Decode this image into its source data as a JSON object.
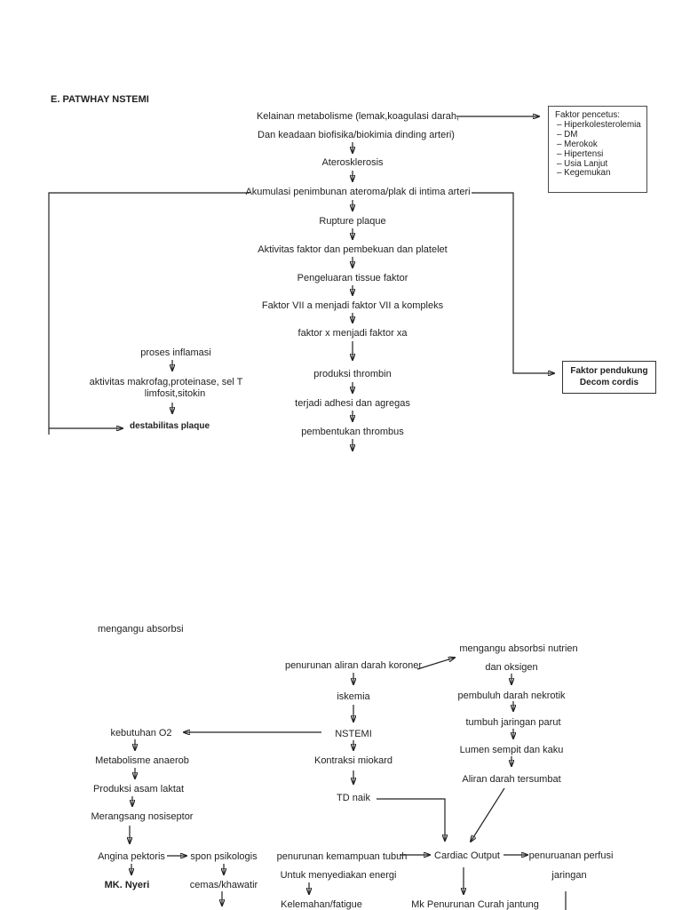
{
  "page": {
    "title": "E. PATWHAY NSTEMI"
  },
  "colors": {
    "text": "#222222",
    "line": "#222222",
    "background": "#ffffff"
  },
  "boxes": {
    "faktor_pencetus": {
      "title": "Faktor pencetus:",
      "items": [
        "– Hiperkolesterolemia",
        "– DM",
        "– Merokok",
        "– Hipertensi",
        "– Usia Lanjut",
        "– Kegemukan"
      ]
    },
    "faktor_pendukung": {
      "line1": "Faktor pendukung",
      "line2": "Decom cordis"
    }
  },
  "nodes": {
    "kelainan_line1": "Kelainan metabolisme (lemak,koagulasi darah,",
    "kelainan_line2": "Dan keadaan biofisika/biokimia dinding arteri)",
    "aterosklerosis": "Aterosklerosis",
    "akumulasi": "Akumulasi penimbunan ateroma/plak di intima arteri",
    "rupture": "Rupture plaque",
    "aktivitas_faktor": "Aktivitas faktor dan pembekuan dan platelet",
    "pengeluaran": "Pengeluaran tissue faktor",
    "faktor_vii": "Faktor VII a menjadi faktor VII a kompleks",
    "faktor_x": "faktor x menjadi faktor xa",
    "produksi_thrombin": "produksi thrombin",
    "terjadi_adhesi": "terjadi adhesi dan agregas",
    "pembentukan_thrombus": "pembentukan thrombus",
    "proses_inflamasi": "proses inflamasi",
    "aktivitas_makrofag_line1": "aktivitas makrofag,proteinase, sel T",
    "aktivitas_makrofag_line2": "limfosit,sitokin",
    "destabilitas": "destabilitas plaque",
    "mengangu_absorbsi": "mengangu absorbsi",
    "penurunan_aliran": "penurunan aliran darah koroner",
    "iskemia": "iskemia",
    "nstemi": "NSTEMI",
    "mengangu_nutrien_line1": "mengangu absorbsi nutrien",
    "mengangu_nutrien_line2": "dan oksigen",
    "pembuluh_nekrotik": "pembuluh darah nekrotik",
    "tumbuh_parut": "tumbuh jaringan parut",
    "lumen_sempit": "Lumen sempit dan kaku",
    "aliran_tersumbat": "Aliran darah tersumbat",
    "kebutuhan_o2": "kebutuhan O2",
    "metabolisme_anaerob": "Metabolisme anaerob",
    "produksi_asam": "Produksi asam laktat",
    "merangsang": "Merangsang nosiseptor",
    "angina": "Angina pektoris",
    "mk_nyeri": "MK. Nyeri",
    "spon_psikologis": "spon psikologis",
    "cemas": "cemas/khawatir",
    "kontraksi_miokard": "Kontraksi miokard",
    "td_naik": "TD naik",
    "penurunan_kemampuan_line1": "penurunan kemampuan tubuh",
    "penurunan_kemampuan_line2": "Untuk menyediakan energi",
    "kelemahan": "Kelemahan/fatigue",
    "cardiac_output": "Cardiac Output",
    "penuruanan_perfusi_line1": "penuruanan perfusi",
    "penuruanan_perfusi_line2": "jaringan",
    "mk_penurunan": "Mk Penurunan Curah jantung"
  }
}
